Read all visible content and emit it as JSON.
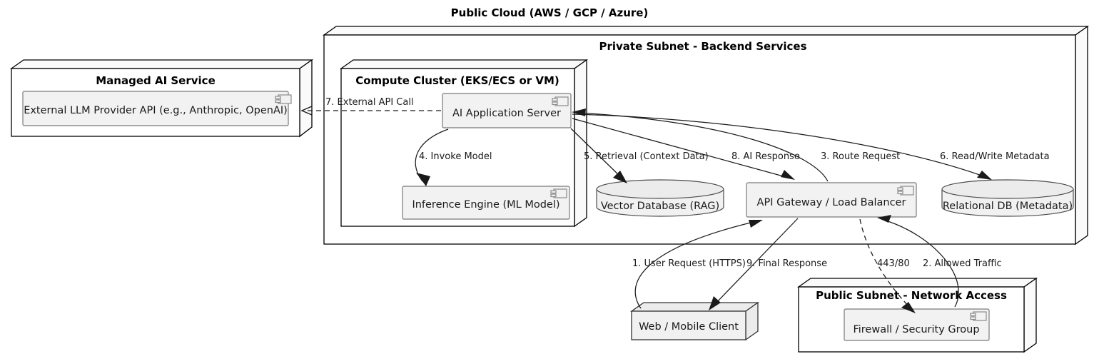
{
  "diagram": {
    "kind": "uml-deployment-diagram",
    "title": "Public Cloud (AWS / GCP / Azure)",
    "colors": {
      "node_fill": "#ffffff",
      "node_top_fill": "#fafafa",
      "node3d_fill": "#f1f1f1",
      "component_fill": "#f2f2f2",
      "component_stroke": "#7a7a7a",
      "database_fill": "#f1f1f1",
      "edge_stroke": "#1a1a1a",
      "text": "#000000"
    }
  },
  "containers": {
    "public_cloud": {
      "title": "Public Cloud (AWS / GCP / Azure)"
    },
    "private_subnet": {
      "title": "Private Subnet - Backend Services"
    },
    "compute_cluster": {
      "title": "Compute Cluster (EKS/ECS or VM)"
    },
    "managed_ai_service": {
      "title": "Managed AI Service"
    },
    "public_subnet": {
      "title": "Public Subnet - Network Access"
    }
  },
  "components": {
    "external_llm": {
      "label": "External LLM Provider API (e.g., Anthropic, OpenAI)",
      "icon": "uml-component-icon"
    },
    "ai_app_server": {
      "label": "AI Application Server",
      "icon": "uml-component-icon"
    },
    "inference_engine": {
      "label": "Inference Engine (ML Model)",
      "icon": "uml-component-icon"
    },
    "api_gateway": {
      "label": "API Gateway / Load Balancer",
      "icon": "uml-component-icon"
    },
    "firewall": {
      "label": "Firewall / Security Group",
      "icon": "uml-component-icon"
    },
    "vector_db": {
      "label": "Vector Database (RAG)",
      "icon": "database-cylinder-icon"
    },
    "relational_db": {
      "label": "Relational DB (Metadata)",
      "icon": "database-cylinder-icon"
    },
    "web_client": {
      "label": "Web / Mobile Client",
      "icon": "node-3d-icon"
    }
  },
  "edges": [
    {
      "id": "e1",
      "label": "1. User Request (HTTPS)",
      "from": "web_client",
      "to": "api_gateway",
      "style": "solid"
    },
    {
      "id": "e2",
      "label": "2. Allowed Traffic",
      "from": "firewall",
      "to": "api_gateway",
      "style": "solid"
    },
    {
      "id": "e3",
      "label": "3. Route Request",
      "from": "api_gateway",
      "to": "ai_app_server",
      "style": "solid"
    },
    {
      "id": "e4",
      "label": "4. Invoke Model",
      "from": "ai_app_server",
      "to": "inference_engine",
      "style": "solid"
    },
    {
      "id": "e5",
      "label": "5. Retrieval (Context Data)",
      "from": "ai_app_server",
      "to": "vector_db",
      "style": "solid"
    },
    {
      "id": "e6",
      "label": "6. Read/Write Metadata",
      "from": "ai_app_server",
      "to": "relational_db",
      "style": "solid"
    },
    {
      "id": "e7",
      "label": "7. External API Call",
      "from": "ai_app_server",
      "to": "external_llm",
      "style": "dashed"
    },
    {
      "id": "e8",
      "label": "8. AI Response",
      "from": "ai_app_server",
      "to": "api_gateway",
      "style": "solid"
    },
    {
      "id": "e9",
      "label": "9. Final Response",
      "from": "api_gateway",
      "to": "web_client",
      "style": "solid"
    },
    {
      "id": "e10",
      "label": "443/80",
      "from": "api_gateway",
      "to": "firewall",
      "style": "dashed"
    }
  ]
}
